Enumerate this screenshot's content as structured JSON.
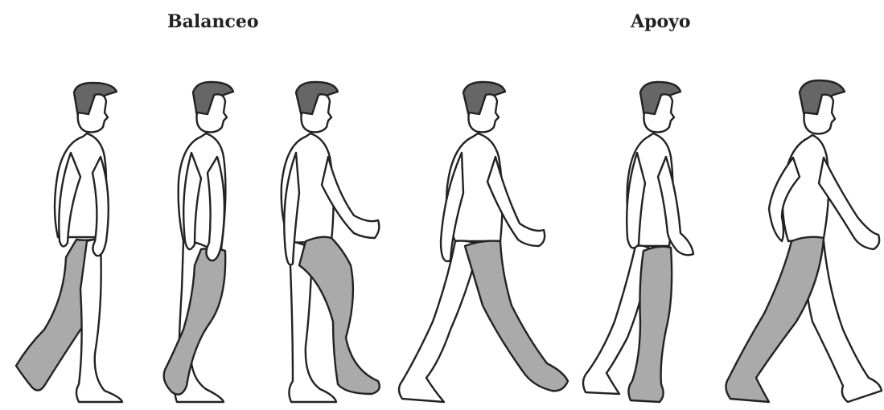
{
  "labels": {
    "swing": "Balanceo",
    "stance": "Apoyo"
  },
  "colors": {
    "highlighted_leg": "#aaaaaa",
    "hair": "#666666",
    "outline": "#222222",
    "background": "#ffffff"
  },
  "figures": [
    {
      "phase": "swing",
      "index": 1
    },
    {
      "phase": "swing",
      "index": 2
    },
    {
      "phase": "swing",
      "index": 3
    },
    {
      "phase": "stance",
      "index": 4
    },
    {
      "phase": "stance",
      "index": 5
    },
    {
      "phase": "stance",
      "index": 6
    }
  ]
}
